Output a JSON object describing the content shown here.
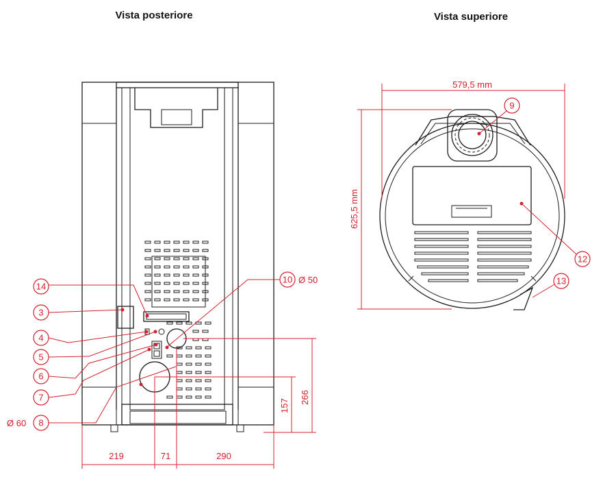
{
  "titles": {
    "rear": "Vista posteriore",
    "top": "Vista superiore"
  },
  "callouts": {
    "c3": "3",
    "c4": "4",
    "c5": "5",
    "c6": "6",
    "c7": "7",
    "c8": "8",
    "c9": "9",
    "c10": "10",
    "c12": "12",
    "c13": "13",
    "c14": "14"
  },
  "labels": {
    "d50": "Ø 50",
    "d60": "Ø 60"
  },
  "dimensions": {
    "width_top": "579,5 mm",
    "depth_top": "625,5 mm",
    "h266": "266",
    "h157": "157",
    "w219": "219",
    "w71": "71",
    "w290": "290"
  },
  "colors": {
    "annotation": "#d4202c",
    "outline": "#1a1a1a"
  }
}
